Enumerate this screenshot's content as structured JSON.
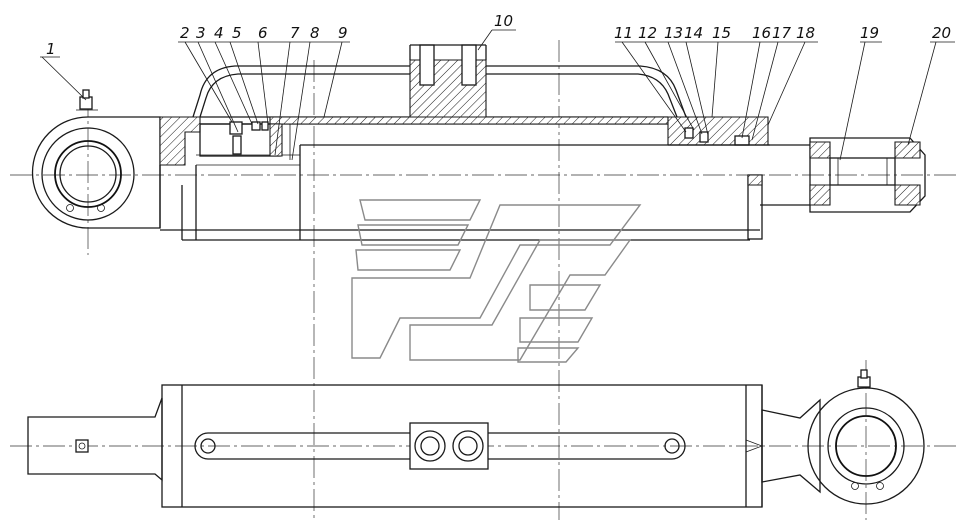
{
  "drawing": {
    "callouts": [
      {
        "id": "c1",
        "label": "1"
      },
      {
        "id": "c2",
        "label": "2"
      },
      {
        "id": "c3",
        "label": "3"
      },
      {
        "id": "c4",
        "label": "4"
      },
      {
        "id": "c5",
        "label": "5"
      },
      {
        "id": "c6",
        "label": "6"
      },
      {
        "id": "c7",
        "label": "7"
      },
      {
        "id": "c8",
        "label": "8"
      },
      {
        "id": "c9",
        "label": "9"
      },
      {
        "id": "c10",
        "label": "10"
      },
      {
        "id": "c11",
        "label": "11"
      },
      {
        "id": "c12",
        "label": "12"
      },
      {
        "id": "c13",
        "label": "13"
      },
      {
        "id": "c14",
        "label": "14"
      },
      {
        "id": "c15",
        "label": "15"
      },
      {
        "id": "c16",
        "label": "16"
      },
      {
        "id": "c17",
        "label": "17"
      },
      {
        "id": "c18",
        "label": "18"
      },
      {
        "id": "c19",
        "label": "19"
      },
      {
        "id": "c20",
        "label": "20"
      }
    ]
  }
}
